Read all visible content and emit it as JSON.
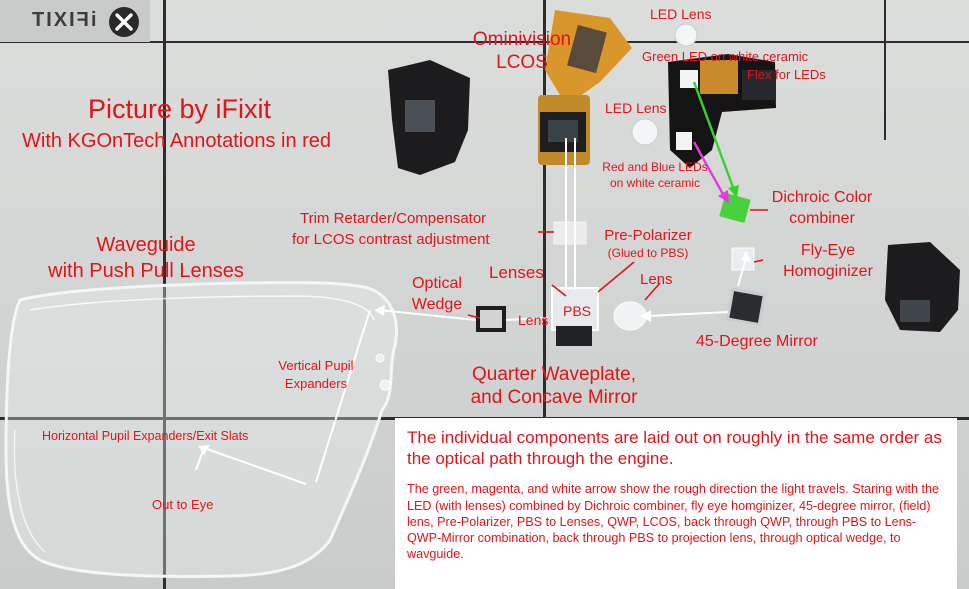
{
  "brand": {
    "logo_text": "iFIXIT"
  },
  "labels": {
    "credit_title": "Picture by iFixit",
    "credit_subtitle": "With KGOnTech Annotations in red",
    "waveguide": [
      "Waveguide",
      "with Push Pull Lenses"
    ],
    "lcos": [
      "Ominivision",
      "LCOS"
    ],
    "led_lens_top": "LED Lens",
    "led_lens_mid": "LED Lens",
    "green_led": "Green LED on white ceramic",
    "flex": "Flex for LEDs",
    "red_blue_leds": [
      "Red and Blue LEDs",
      "on white ceramic"
    ],
    "dichroic": [
      "Dichroic Color",
      "combiner"
    ],
    "trim_retarder": [
      "Trim Retarder/Compensator",
      "for LCOS contrast adjustment"
    ],
    "pre_polarizer": [
      "Pre-Polarizer",
      "(Glued to PBS)"
    ],
    "fly_eye": [
      "Fly-Eye",
      "Homoginizer"
    ],
    "optical_wedge": [
      "Optical",
      "Wedge"
    ],
    "lenses": "Lenses",
    "lens_right": "Lens",
    "lens_small": "Lens",
    "pbs": "PBS",
    "mirror_45": "45-Degree Mirror",
    "vertical_pupil": [
      "Vertical Pupil",
      "Expanders"
    ],
    "horizontal_pupil": "Horizontal Pupil Expanders/Exit Slats",
    "out_to_eye": "Out to Eye",
    "qwp": [
      "Quarter Waveplate,",
      "and Concave Mirror"
    ]
  },
  "note": {
    "lead": "The individual components are laid out on roughly in the same order as the optical path through the engine.",
    "body": "The green, magenta, and white arrow show the rough direction the light travels. Staring with the LED (with lenses) combined by Dichroic combiner, fly eye homginizer, 45-degree mirror, (field) lens, Pre-Polarizer, PBS to Lenses, QWP, LCOS, back through QWP, through PBS to Lens-QWP-Mirror combination, back through PBS to projection lens, through optical wedge, to wavguide."
  },
  "colors": {
    "annotation": "#e0141b",
    "grid": "#2d2d2d",
    "green_arrow": "#35d42a",
    "magenta_arrow": "#e43ce0",
    "white_arrow": "#ffffff",
    "flex_pcb": "#d9962a",
    "dark_plastic": "#1c1c1e"
  }
}
